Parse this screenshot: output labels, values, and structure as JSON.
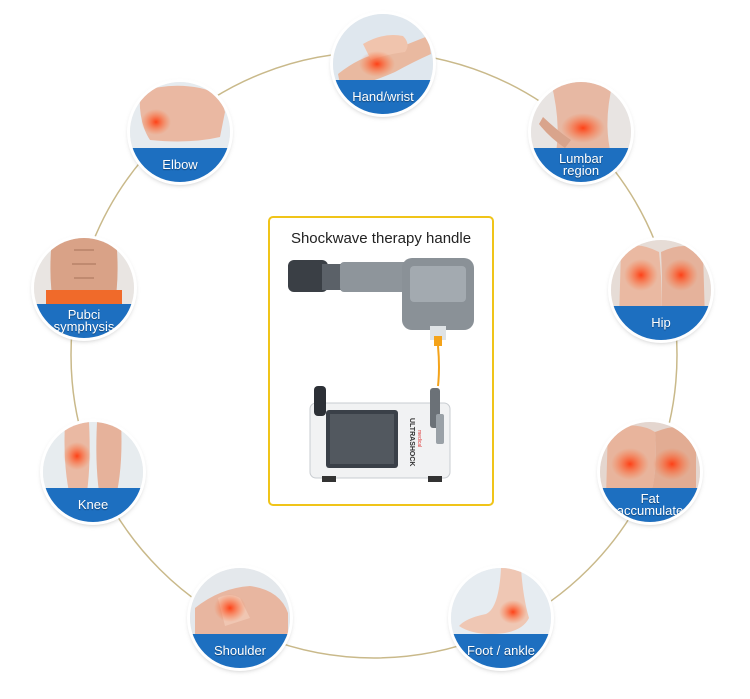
{
  "center": {
    "title": "Shockwave therapy handle",
    "device_brand": "ULTRASHOCK",
    "device_sub": "medical"
  },
  "body_areas": [
    {
      "id": "hand-wrist",
      "label": "Hand/wrist"
    },
    {
      "id": "lumbar-region",
      "label": "Lumbar\nregion"
    },
    {
      "id": "hip",
      "label": "Hip"
    },
    {
      "id": "fat-accumulate",
      "label": "Fat\naccumulate"
    },
    {
      "id": "foot-ankle",
      "label": "Foot / ankle"
    },
    {
      "id": "shoulder",
      "label": "Shoulder"
    },
    {
      "id": "knee",
      "label": "Knee"
    },
    {
      "id": "pubci-symphysis",
      "label": "Pubci\nsymphysis"
    },
    {
      "id": "elbow",
      "label": "Elbow"
    }
  ],
  "colors": {
    "ring": "#c9b98a",
    "label_band": "#1d6fc0",
    "center_border": "#f0c419",
    "pain_highlight": "#ff4a1a"
  }
}
